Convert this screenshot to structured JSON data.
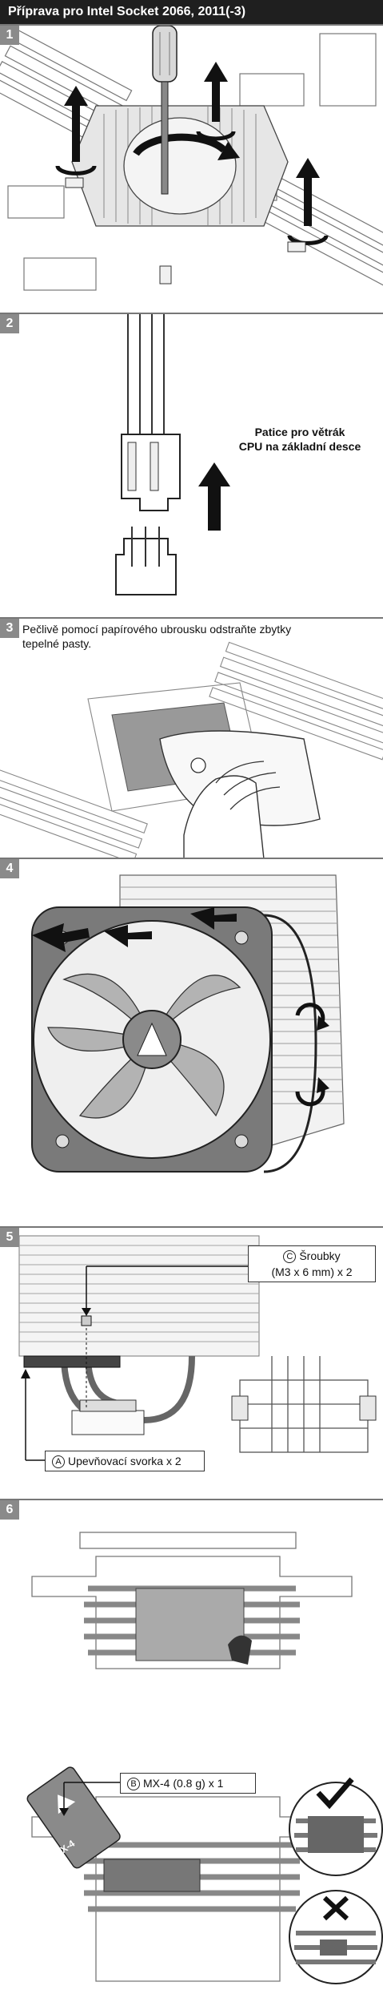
{
  "header": {
    "title": "Příprava pro Intel Socket 2066, 2011(-3)"
  },
  "steps": [
    {
      "number": "1"
    },
    {
      "number": "2",
      "text_line1": "Patice pro větrák",
      "text_line2": "CPU na základní desce"
    },
    {
      "number": "3",
      "text_line1": "Pečlivě pomocí papírového ubrousku odstraňte zbytky",
      "text_line2": "tepelné pasty."
    },
    {
      "number": "4"
    },
    {
      "number": "5",
      "screws_marker": "C",
      "screws_line1": "Šroubky",
      "screws_line2": "(M3 x 6 mm) x 2",
      "clamp_marker": "A",
      "clamp_label": "Upevňovací svorka x 2"
    },
    {
      "number": "6",
      "paste_marker": "B",
      "paste_label": "MX-4 (0.8 g) x 1",
      "tube_text": "MX-4"
    }
  ]
}
